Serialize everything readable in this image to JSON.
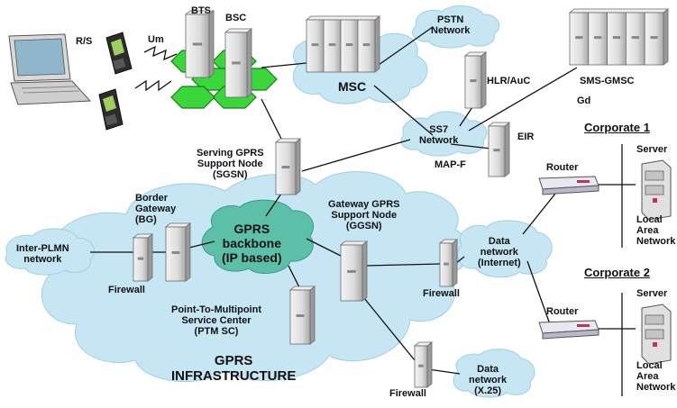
{
  "labels": {
    "rs": "R/S",
    "um": "Um",
    "bts": "BTS",
    "bsc": "BSC",
    "msc": "MSC",
    "pstn": "PSTN\nNetwork",
    "hlr": "HLR/AuC",
    "sms": "SMS-GMSC",
    "gd": "Gd",
    "ss7": "SS7\nNetwork",
    "eir": "EIR",
    "mapf": "MAP-F",
    "sgsn": "Serving GPRS\nSupport Node\n(SGSN)",
    "bg": "Border\nGateway\n(BG)",
    "backbone": "GPRS\nbackbone\n(IP based)",
    "ggsn": "Gateway GPRS\nSupport Node\n(GGSN)",
    "inter_plmn": "Inter-PLMN\nnetwork",
    "firewall_left": "Firewall",
    "firewall_mid": "Firewall",
    "firewall_bottom": "Firewall",
    "data_internet": "Data\nnetwork\n(Internet)",
    "data_x25": "Data\nnetwork\n(X.25)",
    "ptm": "Point-To-Multipoint\nService Center\n(PTM SC)",
    "infrastructure": "GPRS\nINFRASTRUCTURE",
    "corp1": "Corporate 1",
    "corp2": "Corporate 2",
    "router1": "Router",
    "router2": "Router",
    "server1": "Server",
    "server2": "Server",
    "lan1": "Local\nArea\nNetwork",
    "lan2": "Local\nArea\nNetwork"
  },
  "colors": {
    "cloud": "#c6e6f4",
    "cloud_edge": "#7fbfda",
    "hex": "#3ad73a",
    "hex_edge": "#1d7a1d",
    "rack": "#e4e4e4",
    "rack_edge": "#6a6a6a",
    "line": "#111111"
  }
}
